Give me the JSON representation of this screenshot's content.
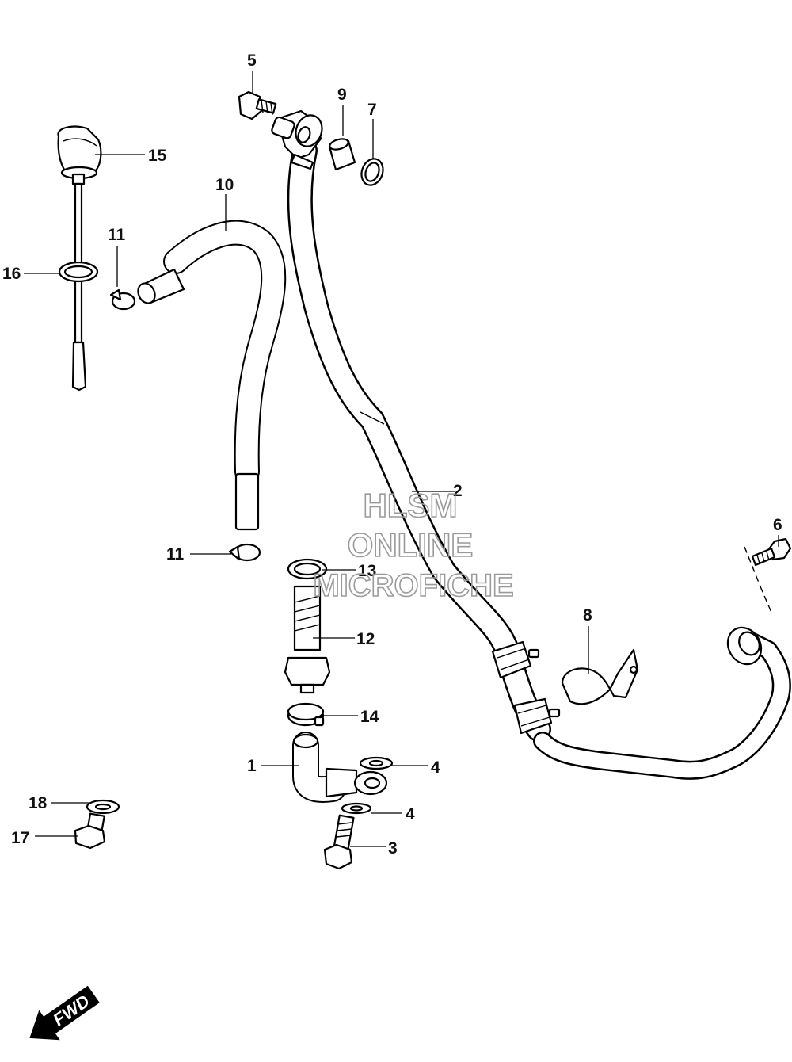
{
  "watermark": {
    "line1": "HLSM",
    "line2": "ONLINE",
    "line3": "MICROFICHE"
  },
  "fwd_label": "FWD",
  "callouts": [
    {
      "id": "c1",
      "text": "1"
    },
    {
      "id": "c2",
      "text": "2"
    },
    {
      "id": "c3",
      "text": "3"
    },
    {
      "id": "c4a",
      "text": "4"
    },
    {
      "id": "c4b",
      "text": "4"
    },
    {
      "id": "c5",
      "text": "5"
    },
    {
      "id": "c6",
      "text": "6"
    },
    {
      "id": "c7",
      "text": "7"
    },
    {
      "id": "c8",
      "text": "8"
    },
    {
      "id": "c9",
      "text": "9"
    },
    {
      "id": "c10",
      "text": "10"
    },
    {
      "id": "c11a",
      "text": "11"
    },
    {
      "id": "c11b",
      "text": "11"
    },
    {
      "id": "c12",
      "text": "12"
    },
    {
      "id": "c13",
      "text": "13"
    },
    {
      "id": "c14",
      "text": "14"
    },
    {
      "id": "c15",
      "text": "15"
    },
    {
      "id": "c16",
      "text": "16"
    },
    {
      "id": "c17",
      "text": "17"
    },
    {
      "id": "c18",
      "text": "18"
    }
  ]
}
